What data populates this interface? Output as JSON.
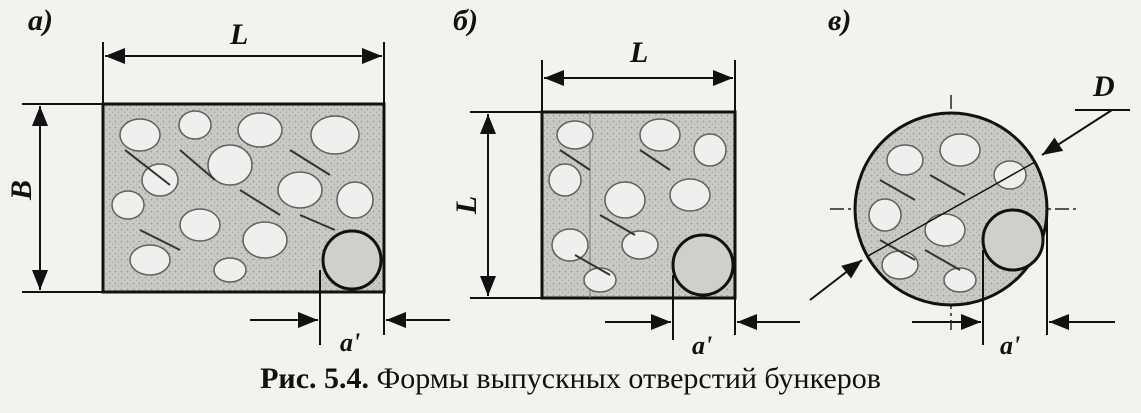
{
  "panels": {
    "a": {
      "label": "а)",
      "dim_width": "L",
      "dim_height": "B",
      "dim_opening": "a'"
    },
    "b": {
      "label": "б)",
      "dim_width": "L",
      "dim_height": "L",
      "dim_opening": "a'"
    },
    "c": {
      "label": "в)",
      "dim_diameter": "D",
      "dim_opening": "a'"
    }
  },
  "caption": {
    "number": "Рис. 5.4.",
    "text": "Формы выпускных отверстий бункеров"
  }
}
